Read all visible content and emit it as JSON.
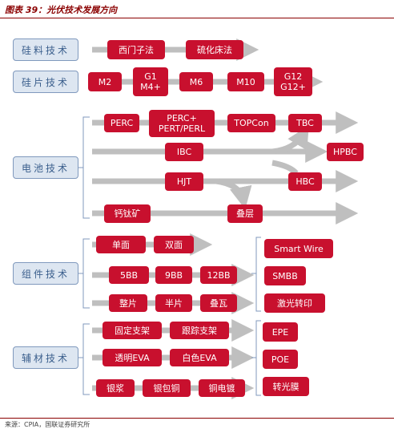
{
  "title": "图表 39：光伏技术发展方向",
  "footer": "来源：CPIA，国联证券研究所",
  "categories": {
    "silicon_material": "硅料技术",
    "wafer": "硅片技术",
    "cell": "电池技术",
    "module": "组件技术",
    "auxiliary": "辅材技术"
  },
  "silicon_material": [
    "西门子法",
    "硫化床法"
  ],
  "wafer": [
    "M2",
    "G1\nM4+",
    "M6",
    "M10",
    "G12\nG12+"
  ],
  "cell": {
    "row1": [
      "PERC",
      "PERC+\nPERT/PERL",
      "TOPCon",
      "TBC"
    ],
    "row2": [
      "IBC",
      "HPBC"
    ],
    "row3": [
      "HJT",
      "HBC"
    ],
    "row4": [
      "钙钛矿",
      "叠层"
    ]
  },
  "module": {
    "row1": [
      "单面",
      "双面"
    ],
    "row2": [
      "5BB",
      "9BB",
      "12BB"
    ],
    "row3": [
      "整片",
      "半片",
      "叠瓦"
    ],
    "side": [
      "Smart Wire",
      "SMBB",
      "激光转印"
    ]
  },
  "auxiliary": {
    "row1": [
      "固定支架",
      "跟踪支架"
    ],
    "row2": [
      "透明EVA",
      "白色EVA"
    ],
    "row3": [
      "银浆",
      "银包铜",
      "铜电镀"
    ],
    "side": [
      "EPE",
      "POE",
      "转光膜"
    ]
  },
  "colors": {
    "node_red": "#c8102e",
    "arrow_gray": "#bfbfbf",
    "category_fill": "#dde6f1",
    "category_text": "#3a5e8c",
    "title_red": "#8B0000"
  }
}
